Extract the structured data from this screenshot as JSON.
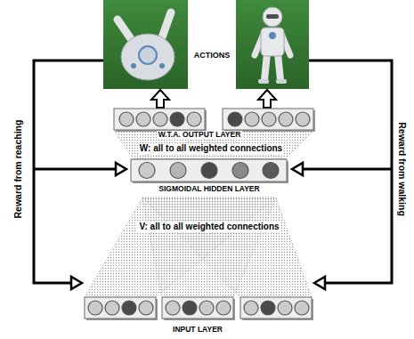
{
  "diagram": {
    "labels": [
      "ACTIONS",
      "W.T.A. OUTPUT LAYER",
      "W: all to all weighted connections",
      "SIGMOIDAL HIDDEN LAYER",
      "V: all to all weighted connections",
      "INPUT LAYER",
      "Reward from reaching",
      "Reward from walking"
    ]
  }
}
